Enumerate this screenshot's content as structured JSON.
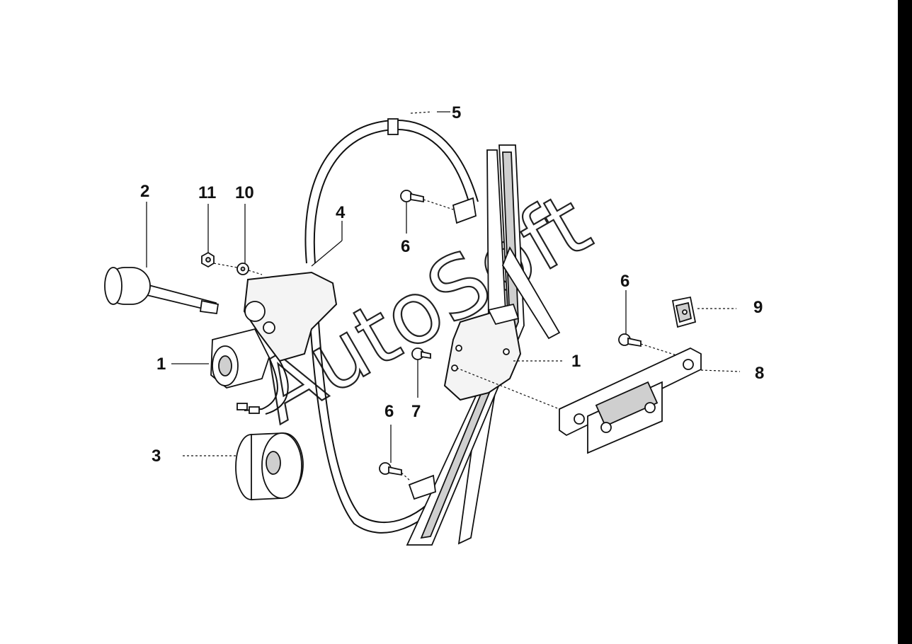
{
  "diagram": {
    "watermark": "AutoSoft",
    "callouts": [
      {
        "id": "c2",
        "label": "2"
      },
      {
        "id": "c11",
        "label": "11"
      },
      {
        "id": "c10",
        "label": "10"
      },
      {
        "id": "c4",
        "label": "4"
      },
      {
        "id": "c5",
        "label": "5"
      },
      {
        "id": "c6a",
        "label": "6"
      },
      {
        "id": "c6b",
        "label": "6"
      },
      {
        "id": "c9",
        "label": "9"
      },
      {
        "id": "c1a",
        "label": "1"
      },
      {
        "id": "c1b",
        "label": "1"
      },
      {
        "id": "c8",
        "label": "8"
      },
      {
        "id": "c6c",
        "label": "6"
      },
      {
        "id": "c7",
        "label": "7"
      },
      {
        "id": "c3",
        "label": "3"
      }
    ]
  }
}
